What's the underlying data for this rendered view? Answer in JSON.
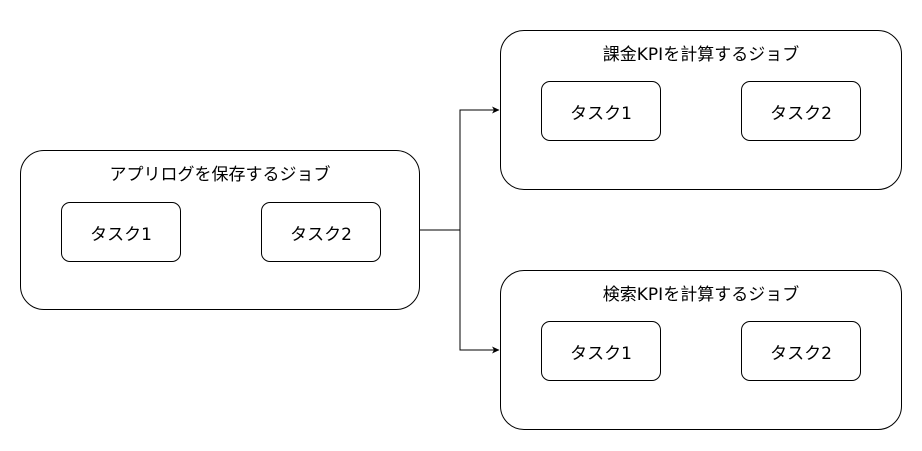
{
  "jobs": {
    "app_log": {
      "title": "アプリログを保存するジョブ",
      "task1": "タスク1",
      "task2": "タスク2"
    },
    "billing_kpi": {
      "title": "課金KPIを計算するジョブ",
      "task1": "タスク1",
      "task2": "タスク2"
    },
    "search_kpi": {
      "title": "検索KPIを計算するジョブ",
      "task1": "タスク1",
      "task2": "タスク2"
    }
  },
  "colors": {
    "stroke": "#000000",
    "fill": "#ffffff"
  }
}
